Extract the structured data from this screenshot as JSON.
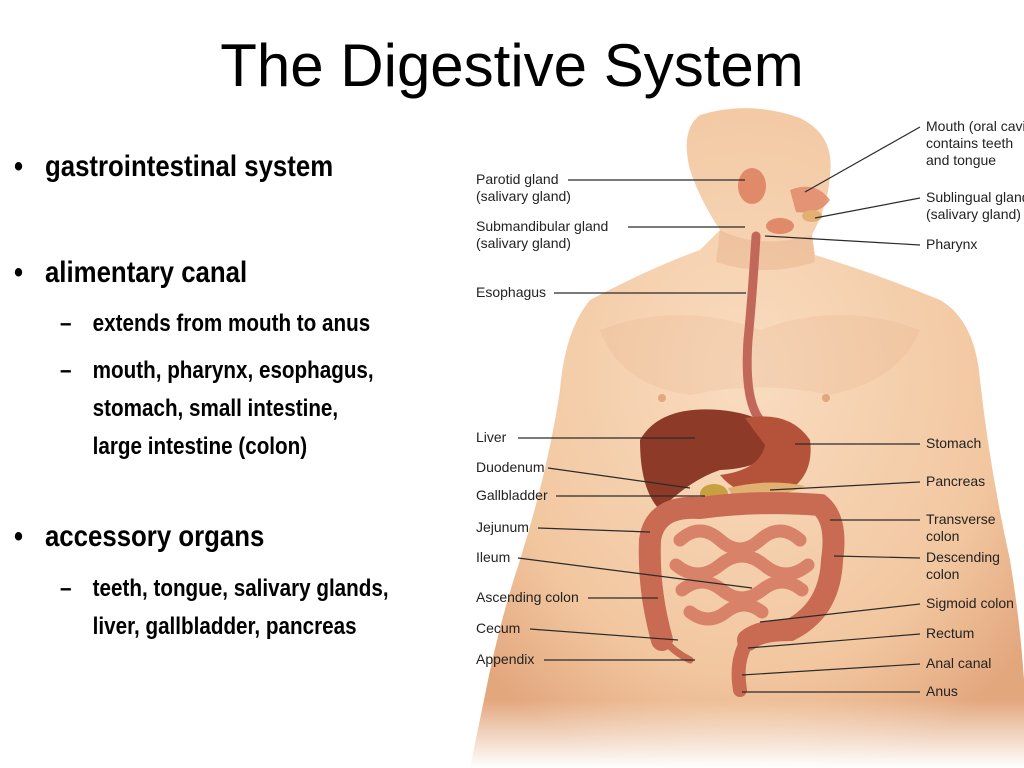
{
  "slide": {
    "title": "The Digestive System",
    "bullets": [
      {
        "text": "gastrointestinal system"
      },
      {
        "text": "alimentary canal",
        "subs": [
          {
            "lines": [
              "extends from mouth to anus"
            ]
          },
          {
            "lines": [
              "mouth, pharynx, esophagus,",
              "stomach, small intestine,",
              "large intestine (colon)"
            ]
          }
        ]
      },
      {
        "text": "accessory organs",
        "subs": [
          {
            "lines": [
              "teeth, tongue, salivary glands,",
              "liver, gallbladder, pancreas"
            ]
          }
        ]
      }
    ],
    "bullet_glyph": "•",
    "dash_glyph": "–"
  },
  "diagram": {
    "labels_left": [
      {
        "id": "parotid",
        "lines": [
          "Parotid gland",
          "(salivary gland)"
        ]
      },
      {
        "id": "submandibular",
        "lines": [
          "Submandibular gland",
          "(salivary gland)"
        ]
      },
      {
        "id": "esophagus",
        "lines": [
          "Esophagus"
        ]
      },
      {
        "id": "liver",
        "lines": [
          "Liver"
        ]
      },
      {
        "id": "duodenum",
        "lines": [
          "Duodenum"
        ]
      },
      {
        "id": "gallbladder",
        "lines": [
          "Gallbladder"
        ]
      },
      {
        "id": "jejunum",
        "lines": [
          "Jejunum"
        ]
      },
      {
        "id": "ileum",
        "lines": [
          "Ileum"
        ]
      },
      {
        "id": "ascending-colon",
        "lines": [
          "Ascending colon"
        ]
      },
      {
        "id": "cecum",
        "lines": [
          "Cecum"
        ]
      },
      {
        "id": "appendix",
        "lines": [
          "Appendix"
        ]
      }
    ],
    "labels_right": [
      {
        "id": "mouth",
        "lines": [
          "Mouth (oral cavity)",
          "contains teeth",
          "and tongue"
        ]
      },
      {
        "id": "sublingual",
        "lines": [
          "Sublingual gland",
          "(salivary gland)"
        ]
      },
      {
        "id": "pharynx",
        "lines": [
          "Pharynx"
        ]
      },
      {
        "id": "stomach",
        "lines": [
          "Stomach"
        ]
      },
      {
        "id": "pancreas",
        "lines": [
          "Pancreas"
        ]
      },
      {
        "id": "transverse-colon",
        "lines": [
          "Transverse",
          "colon"
        ]
      },
      {
        "id": "descending-colon",
        "lines": [
          "Descending",
          "colon"
        ]
      },
      {
        "id": "sigmoid-colon",
        "lines": [
          "Sigmoid colon"
        ]
      },
      {
        "id": "rectum",
        "lines": [
          "Rectum"
        ]
      },
      {
        "id": "anal-canal",
        "lines": [
          "Anal canal"
        ]
      },
      {
        "id": "anus",
        "lines": [
          "Anus"
        ]
      }
    ],
    "colors": {
      "skin": "#f2c7a0",
      "skin_shade": "#e3a77e",
      "skin_light": "#f9dcc0",
      "liver": "#8e3a28",
      "stomach": "#b5533a",
      "intestine": "#d9826a",
      "colon": "#c96a52",
      "gland": "#e08a6a",
      "pancreas": "#e2b070",
      "gallbladder": "#c8a040",
      "leader": "#2b2b2b"
    }
  }
}
